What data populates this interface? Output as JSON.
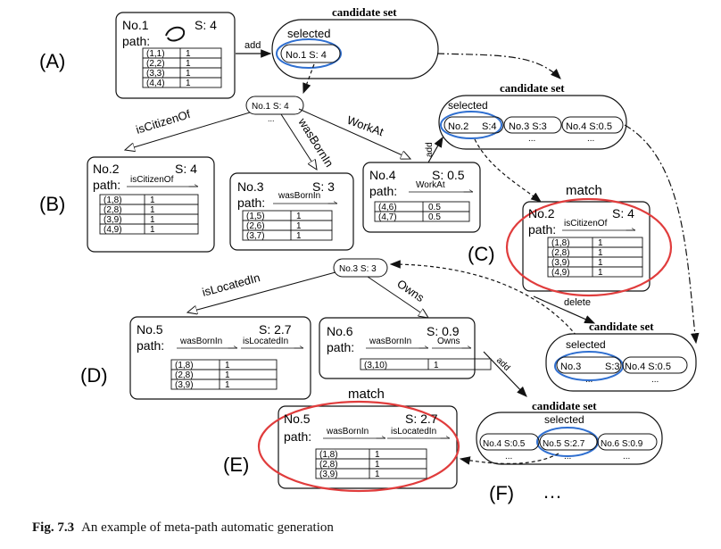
{
  "caption": {
    "fig": "Fig. 7.3",
    "text": "An example of meta-path automatic generation"
  },
  "panels": {
    "A": "(A)",
    "B": "(B)",
    "C": "(C)",
    "D": "(D)",
    "E": "(E)",
    "F": "(F)",
    "ellipsis": "…"
  },
  "cand_title": "candidate set",
  "selected": "selected",
  "match": "match",
  "path_label": "path:",
  "edges": {
    "add": "add",
    "delete": "delete"
  },
  "relations": {
    "isCitizenOf": "isCitizenOf",
    "wasBornIn": "wasBornIn",
    "WorkAt": "WorkAt",
    "isLocatedIn": "isLocatedIn",
    "Owns": "Owns"
  },
  "cards": {
    "no1": {
      "name": "No.1",
      "score": "S: 4",
      "rows": [
        [
          "(1,1)",
          "1"
        ],
        [
          "(2,2)",
          "1"
        ],
        [
          "(3,3)",
          "1"
        ],
        [
          "(4,4)",
          "1"
        ]
      ]
    },
    "no2": {
      "name": "No.2",
      "score": "S: 4",
      "rows": [
        [
          "(1,8)",
          "1"
        ],
        [
          "(2,8)",
          "1"
        ],
        [
          "(3,9)",
          "1"
        ],
        [
          "(4,9)",
          "1"
        ]
      ]
    },
    "no3": {
      "name": "No.3",
      "score": "S: 3",
      "rows": [
        [
          "(1,5)",
          "1"
        ],
        [
          "(2,6)",
          "1"
        ],
        [
          "(3,7)",
          "1"
        ]
      ]
    },
    "no4": {
      "name": "No.4",
      "score": "S: 0.5",
      "rows": [
        [
          "(4,6)",
          "0.5"
        ],
        [
          "(4,7)",
          "0.5"
        ]
      ]
    },
    "no5": {
      "name": "No.5",
      "score": "S: 2.7",
      "rows": [
        [
          "(1,8)",
          "1"
        ],
        [
          "(2,8)",
          "1"
        ],
        [
          "(3,9)",
          "1"
        ]
      ]
    },
    "no6": {
      "name": "No.6",
      "score": "S: 0.9",
      "rows": [
        [
          "(3,10)",
          "1"
        ]
      ]
    }
  },
  "nodes": {
    "n1": "No.1  S: 4",
    "n3": "No.3  S: 3"
  },
  "sets": {
    "a": {
      "items": [
        "No.1  S: 4"
      ]
    },
    "b": {
      "items": [
        "No.2",
        "S:4",
        "No.3 S:3",
        "No.4 S:0.5"
      ],
      "dots": "..."
    },
    "c": {
      "items": [
        "No.3",
        "S:3",
        "No.4  S:0.5"
      ],
      "dots": "..."
    },
    "d": {
      "items": [
        "No.4 S:0.5",
        "No.5 S:2.7",
        "No.6 S:0.9"
      ],
      "dots": "..."
    }
  }
}
